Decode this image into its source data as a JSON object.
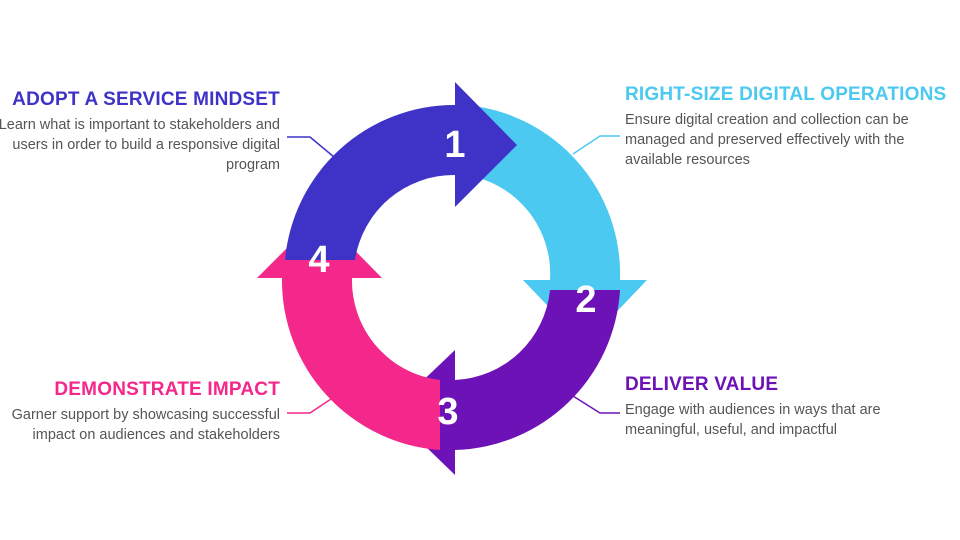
{
  "colors": {
    "step1": "#3f33c7",
    "step2": "#4cc9f0",
    "step3": "#6c12b6",
    "step4": "#f4278a",
    "text_gray": "#555555"
  },
  "steps": [
    {
      "number": "1",
      "title": "ADOPT A SERVICE MINDSET",
      "description": "Learn what is important to stakeholders and users in order to build a responsive digital program"
    },
    {
      "number": "2",
      "title": "RIGHT-SIZE DIGITAL OPERATIONS",
      "description": "Ensure digital creation and collection can be managed and preserved effectively with the available resources"
    },
    {
      "number": "3",
      "title": "DELIVER VALUE",
      "description": "Engage with audiences in ways that are meaningful, useful, and impactful"
    },
    {
      "number": "4",
      "title": "DEMONSTRATE IMPACT",
      "description": "Garner support by showcasing successful impact on audiences and stakeholders"
    }
  ]
}
